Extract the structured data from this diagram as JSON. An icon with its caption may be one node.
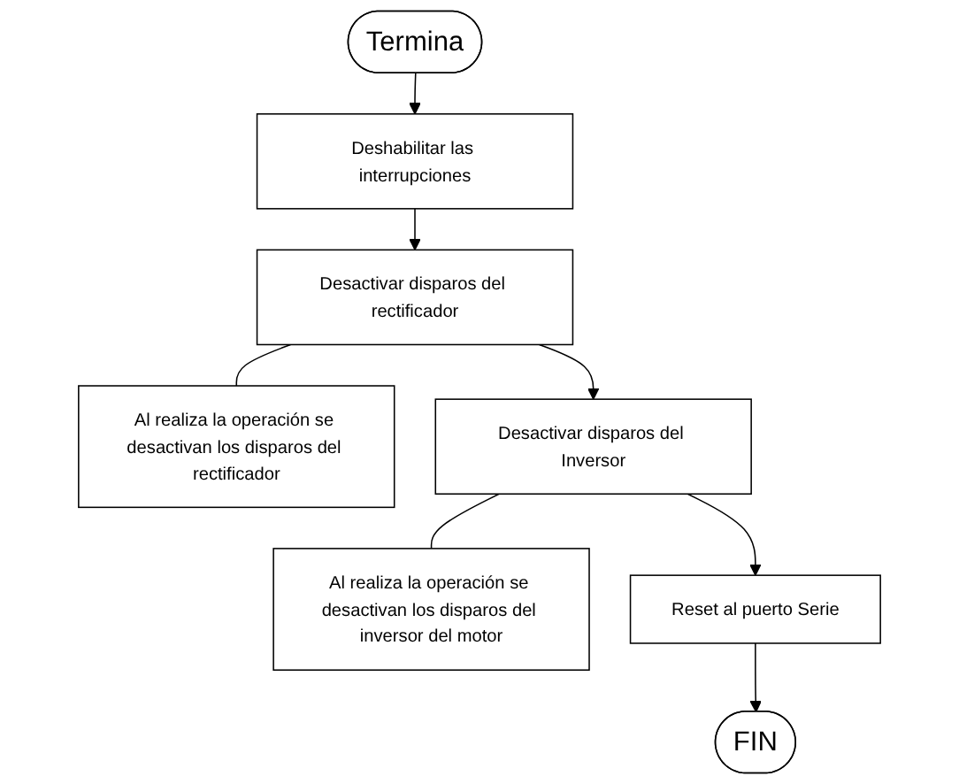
{
  "diagram": {
    "nodes": [
      {
        "text": [
          "Termina"
        ]
      },
      {
        "text": [
          "Deshabilitar las interrupciones"
        ]
      },
      {
        "text": [
          "Desactivar disparos del rectificador"
        ]
      },
      {
        "text": [
          "Al realiza la operación se desactivan los disparos del rectificador"
        ]
      },
      {
        "text": [
          "Desactivar disparos del Inversor"
        ]
      },
      {
        "text": [
          "Al realiza la operación se desactivan los disparos del inversor del motor"
        ]
      },
      {
        "text": [
          "Reset al puerto Serie"
        ]
      },
      {
        "text": [
          "FIN"
        ]
      }
    ],
    "edges": [
      {
        "from": 0,
        "to": 1,
        "arrow": "to"
      },
      {
        "from": 1,
        "to": 2,
        "arrow": "to"
      },
      {
        "from": 2,
        "to": 3,
        "arrow": "none"
      },
      {
        "from": 2,
        "to": 4,
        "arrow": "to"
      },
      {
        "from": 4,
        "to": 5,
        "arrow": "none"
      },
      {
        "from": 4,
        "to": 6,
        "arrow": "to"
      },
      {
        "from": 6,
        "to": 7,
        "arrow": "to"
      }
    ]
  }
}
